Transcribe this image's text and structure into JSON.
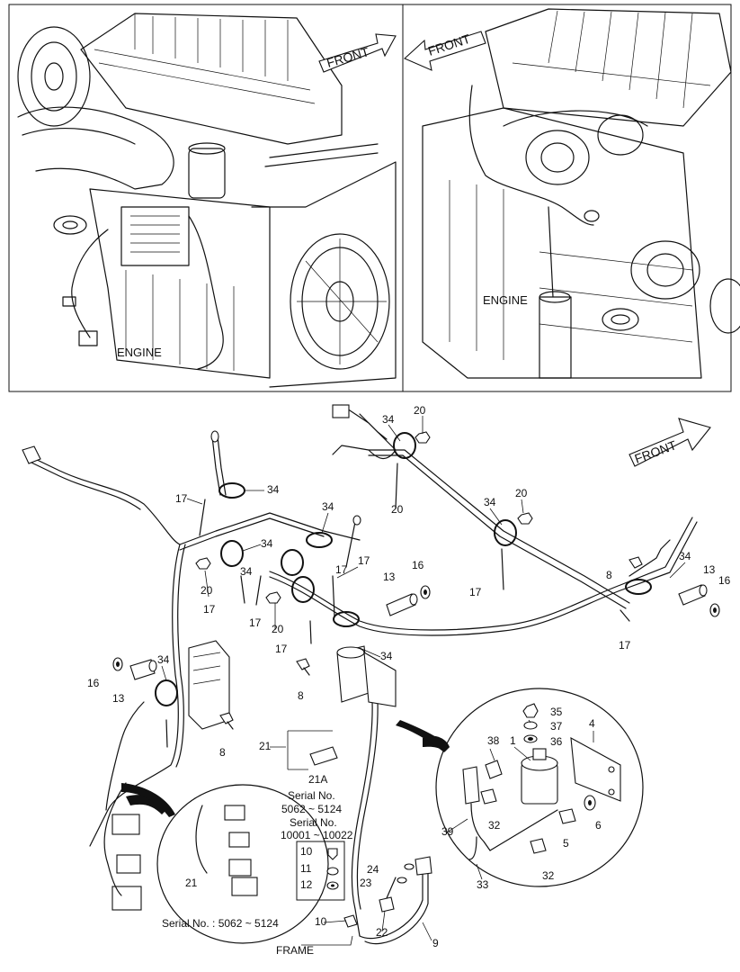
{
  "views": {
    "left": {
      "label": "ENGINE",
      "front": "FRONT"
    },
    "right": {
      "label": "ENGINE",
      "front": "FRONT"
    }
  },
  "main": {
    "front": "FRONT"
  },
  "serial": {
    "line1": "Serial No.",
    "line2": "5062 ~ 5124",
    "line3": "Serial No.",
    "line4": "10001 ~ 10022",
    "bottom": "Serial No. : 5062 ~ 5124"
  },
  "frame_label": "FRAME",
  "callouts": [
    "20",
    "34",
    "34",
    "20",
    "17",
    "34",
    "34",
    "20",
    "34",
    "17",
    "34",
    "17",
    "13",
    "16",
    "8",
    "34",
    "13",
    "16",
    "20",
    "17",
    "17",
    "20",
    "17",
    "34",
    "16",
    "34",
    "13",
    "8",
    "17",
    "8",
    "17",
    "21",
    "21A",
    "35",
    "4",
    "37",
    "38",
    "1",
    "36",
    "32",
    "6",
    "39",
    "5",
    "32",
    "33",
    "10",
    "11",
    "12",
    "24",
    "23",
    "10",
    "22",
    "9",
    "21"
  ]
}
